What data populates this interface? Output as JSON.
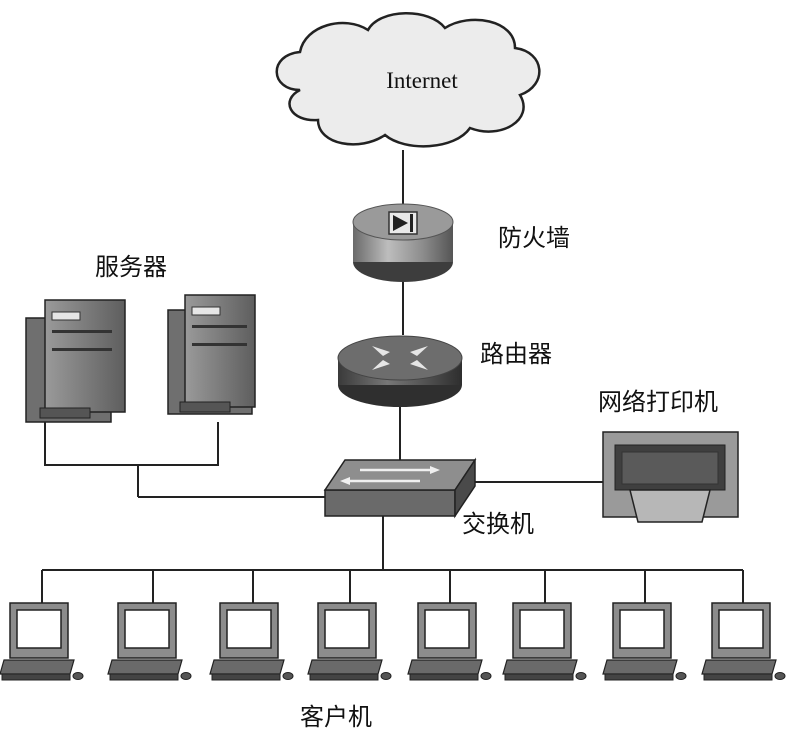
{
  "labels": {
    "internet": "Internet",
    "firewall": "防火墙",
    "router": "路由器",
    "servers": "服务器",
    "network_printer": "网络打印机",
    "switch": "交换机",
    "clients": "客户机"
  },
  "colors": {
    "line": "#222222",
    "device_dark": "#555555",
    "device_mid": "#8a8a8a",
    "device_light": "#c8c8c8",
    "background": "#ffffff"
  }
}
